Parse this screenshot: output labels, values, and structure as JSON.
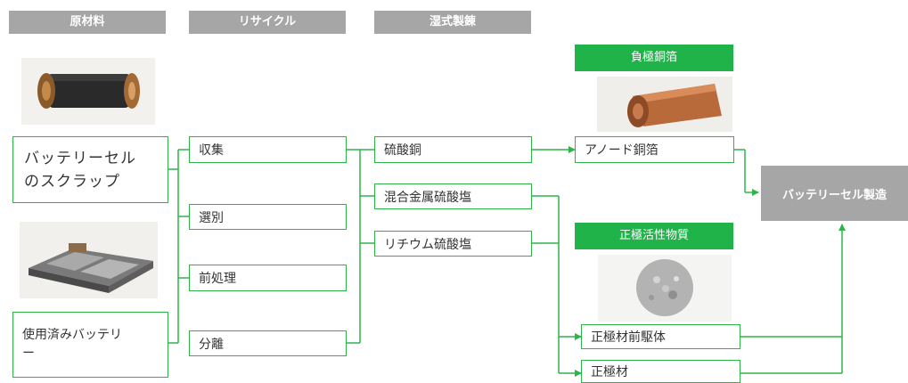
{
  "headers": {
    "raw": "原材料",
    "recycle": "リサイクル",
    "hydro": "湿式製錬"
  },
  "sources": {
    "scrap": "バッテリーセルのスクラップ",
    "used": "使用済みバッテリー"
  },
  "steps": {
    "collect": "収集",
    "sort": "選別",
    "pretreat": "前処理",
    "separate": "分離"
  },
  "products": {
    "copper_sulfate": "硫酸銅",
    "mixed_sulfate": "混合金属硫酸塩",
    "lithium_sulfate": "リチウム硫酸塩"
  },
  "materials": {
    "anode_label": "負極銅箔",
    "anode_foil": "アノード銅箔",
    "cathode_label": "正極活性物質",
    "precursor": "正極材前駆体",
    "cathode": "正極材"
  },
  "target": "バッテリーセル製造",
  "colors": {
    "green": "#2fb34a",
    "header_gray": "#a6a6a6"
  }
}
